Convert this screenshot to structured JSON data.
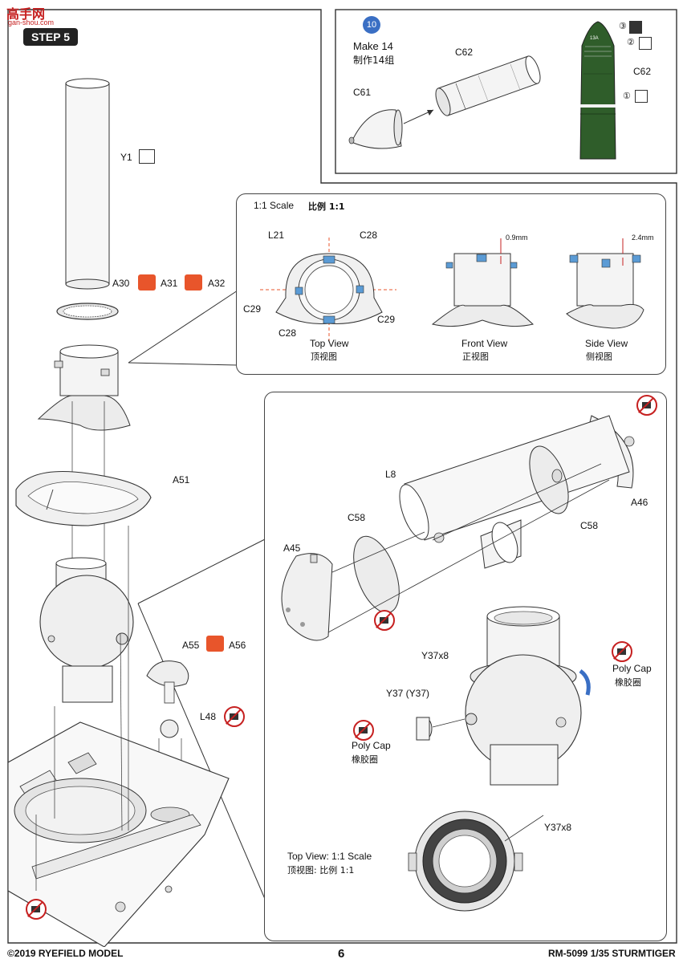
{
  "header": {
    "step": "STEP 5",
    "watermark": "高手网",
    "watermark_url": "gan-shou.com"
  },
  "inset_top": {
    "substep": "10",
    "make": "Make 14",
    "make_cn": "制作14组",
    "c62_label": "C62",
    "c61_label": "C61",
    "shell_c62_label": "C62",
    "shell_text": "13A",
    "num1": "①",
    "num2": "②",
    "num3": "③"
  },
  "left_parts": {
    "y1": "Y1",
    "a30": "A30",
    "a31": "A31",
    "a32": "A32",
    "a51": "A51",
    "a55": "A55",
    "a56": "A56",
    "l48": "L48"
  },
  "scale_panel": {
    "scale": "1:1 Scale",
    "scale_cn": "比例 1:1",
    "l21": "L21",
    "c28_top": "C28",
    "c28_bottom": "C28",
    "c29_left": "C29",
    "c29_right": "C29",
    "dim1": "0.9mm",
    "dim2": "2.4mm",
    "top_view": "Top View",
    "top_view_cn": "顶视图",
    "front_view": "Front View",
    "front_view_cn": "正视图",
    "side_view": "Side View",
    "side_view_cn": "侧视图"
  },
  "detail_panel": {
    "l8": "L8",
    "c58_left": "C58",
    "c58_right": "C58",
    "a45": "A45",
    "a46": "A46",
    "y37x8": "Y37x8",
    "y37_pair": "Y37 (Y37)",
    "poly_cap_r": "Poly Cap",
    "poly_cap_r_cn": "橡胶圈",
    "poly_cap_l": "Poly Cap",
    "poly_cap_l_cn": "橡胶圈",
    "top_view_scale": "Top View: 1:1 Scale",
    "top_view_scale_cn": "顶视图: 比例 1:1",
    "y37x8_b": "Y37x8"
  },
  "footer": {
    "copyright": "©2019 RYEFIELD MODEL",
    "page": "6",
    "product": "RM-5099 1/35 STURMTIGER"
  },
  "colors": {
    "accent_blue": "#3a6fc4",
    "part_blue": "#5b9bd5",
    "shell_green": "#2f5d2a",
    "warning_red": "#c62020",
    "alt_orange": "#e8552b"
  }
}
